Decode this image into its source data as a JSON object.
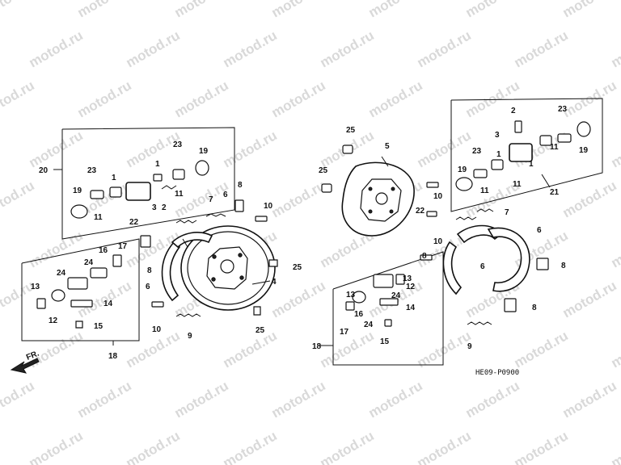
{
  "watermark": {
    "text": "motod.ru"
  },
  "diagram_code": "HE09-P0900",
  "direction_label": "FR.",
  "callouts": {
    "c1": "1",
    "c2": "2",
    "c3": "3",
    "c4": "4",
    "c5": "5",
    "c6": "6",
    "c7": "7",
    "c8": "8",
    "c9": "9",
    "c10": "10",
    "c11": "11",
    "c12": "12",
    "c13": "13",
    "c14": "14",
    "c15": "15",
    "c16": "16",
    "c17": "17",
    "c18": "18",
    "c19": "19",
    "c20": "20",
    "c21": "21",
    "c22": "22",
    "c23": "23",
    "c24": "24",
    "c25": "25"
  }
}
